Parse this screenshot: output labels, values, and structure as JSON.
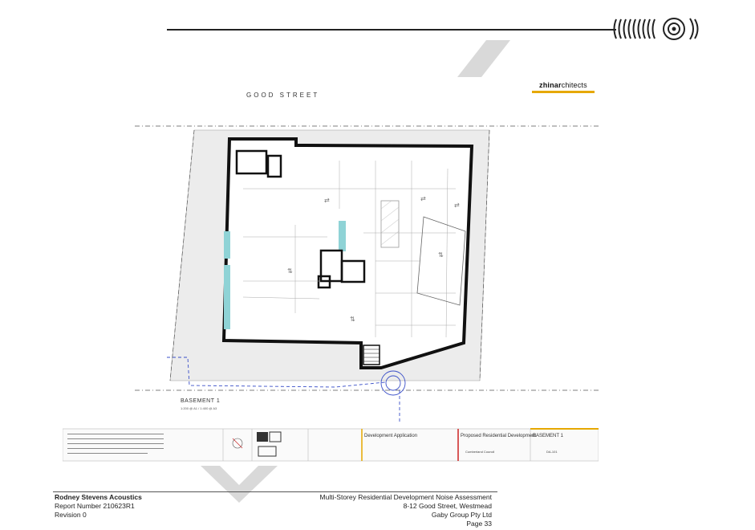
{
  "header": {
    "architect_logo_bold": "zhinar",
    "architect_logo_light": "chitects"
  },
  "plan": {
    "street_label": "GOOD    STREET",
    "basement_label": "BASEMENT 1",
    "basement_sub": "1:200 @ A1 / 1:400 @ A3"
  },
  "title_block": {
    "status": "Development Application",
    "project": "Proposed Residential Development",
    "sheet_title": "BASEMENT 1",
    "drawing_no": "DA-101",
    "council": "Cumberland Council"
  },
  "footer": {
    "company": "Rodney Stevens Acoustics",
    "report_number": "Report Number 210623R1",
    "revision": "Revision 0",
    "title": "Multi-Storey Residential Development Noise Assessment",
    "address": "8-12 Good Street, Westmead",
    "client": "Gaby Group Pty Ltd",
    "page": "Page 33"
  },
  "colors": {
    "accent": "#e6a800",
    "wall": "#111111",
    "chevron": "#d9d9d9",
    "lift_cyan": "#8fd3d6",
    "site_boundary": "#3a4fc8"
  }
}
